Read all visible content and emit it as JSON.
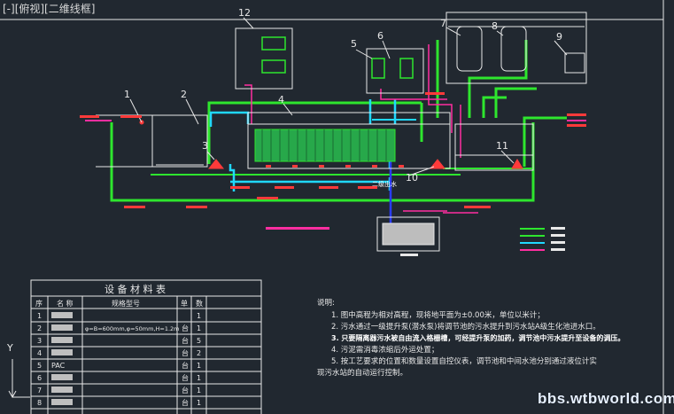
{
  "viewport": {
    "label": "[-][俯视][二维线框]"
  },
  "colors": {
    "background": "#212830",
    "pipe_green": "#2ee62e",
    "pipe_cyan": "#20d8ff",
    "pipe_magenta": "#ff2ea0",
    "pipe_blue": "#2a3cff",
    "outline_white": "#e8e8e8",
    "tag_red": "#ff3a3a"
  },
  "equipment_tags": [
    "1",
    "2",
    "3",
    "4",
    "5",
    "6",
    "7",
    "8",
    "9",
    "10",
    "11",
    "12"
  ],
  "inline_labels": {
    "center_bottom": "二级出水"
  },
  "materials_table": {
    "title": "设 备 材 料 表",
    "header": [
      "序",
      "名 称",
      "规格型号",
      "单",
      "数"
    ],
    "rows": [
      {
        "no": "1",
        "name": "",
        "spec": "",
        "unit": "",
        "qty": "1"
      },
      {
        "no": "2",
        "name": "",
        "spec": "φ=B=600mm,φ=50mm,H=1.2m",
        "unit": "台",
        "qty": "1"
      },
      {
        "no": "3",
        "name": "",
        "spec": "",
        "unit": "台",
        "qty": "5"
      },
      {
        "no": "4",
        "name": "",
        "spec": "",
        "unit": "台",
        "qty": "2"
      },
      {
        "no": "5",
        "name": "PAC",
        "spec": "",
        "unit": "台",
        "qty": "1"
      },
      {
        "no": "6",
        "name": "",
        "spec": "",
        "unit": "台",
        "qty": "1"
      },
      {
        "no": "7",
        "name": "",
        "spec": "",
        "unit": "台",
        "qty": "1"
      },
      {
        "no": "8",
        "name": "",
        "spec": "",
        "unit": "台",
        "qty": "1"
      }
    ]
  },
  "notes": {
    "heading": "说明:",
    "items": [
      "1. 图中高程为相对高程，现将地平面为±0.00米，单位以米计；",
      "2. 污水通过一级提升泵(潜水泵)将调节池的污水提升到污水站A级生化池进水口。",
      "3. 只要隔离器污水被自由流入格栅槽，可经提升泵的加药，调节池中污水提升至设备的调压。",
      "4. 污泥需消毒浓缩后外运处置；",
      "5. 按工艺要求的位置和数量设置自控仪表，调节池和中间水池分别通过液位计实",
      "现污水站的自动运行控制。"
    ]
  },
  "watermark": "bbs.wtbworld.com"
}
